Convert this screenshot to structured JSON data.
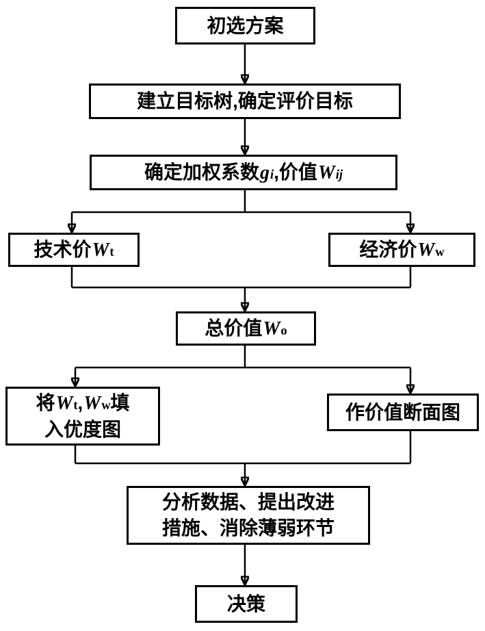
{
  "diagram": {
    "type": "flowchart",
    "boxes": {
      "start": {
        "label": "初选方案"
      },
      "goal_tree": {
        "label": "建立目标树,确定评价目标"
      },
      "coeff": {
        "pre": "确定加权系数",
        "var1": "g",
        "sub1": "i",
        "mid": ",价值",
        "var2": "W",
        "sub2": "ij"
      },
      "tech": {
        "pre": "技术价",
        "var": "W",
        "sub": "t"
      },
      "econ": {
        "pre": "经济价",
        "var": "W",
        "sub": "w"
      },
      "total": {
        "pre": "总价值",
        "var": "W",
        "sub": "o"
      },
      "fill": {
        "pre": "将",
        "var1": "W",
        "sub1": "t",
        "comma": ",",
        "var2": "W",
        "sub2": "w",
        "post": "填",
        "line2": "入优度图"
      },
      "profile": {
        "label": "作价值断面图"
      },
      "analyze": {
        "line1": "分析数据、提出改进",
        "line2": "措施、消除薄弱环节"
      },
      "decision": {
        "label": "决策"
      }
    },
    "colors": {
      "line": "#000000",
      "box_border": "#000000",
      "background": "#ffffff"
    }
  }
}
